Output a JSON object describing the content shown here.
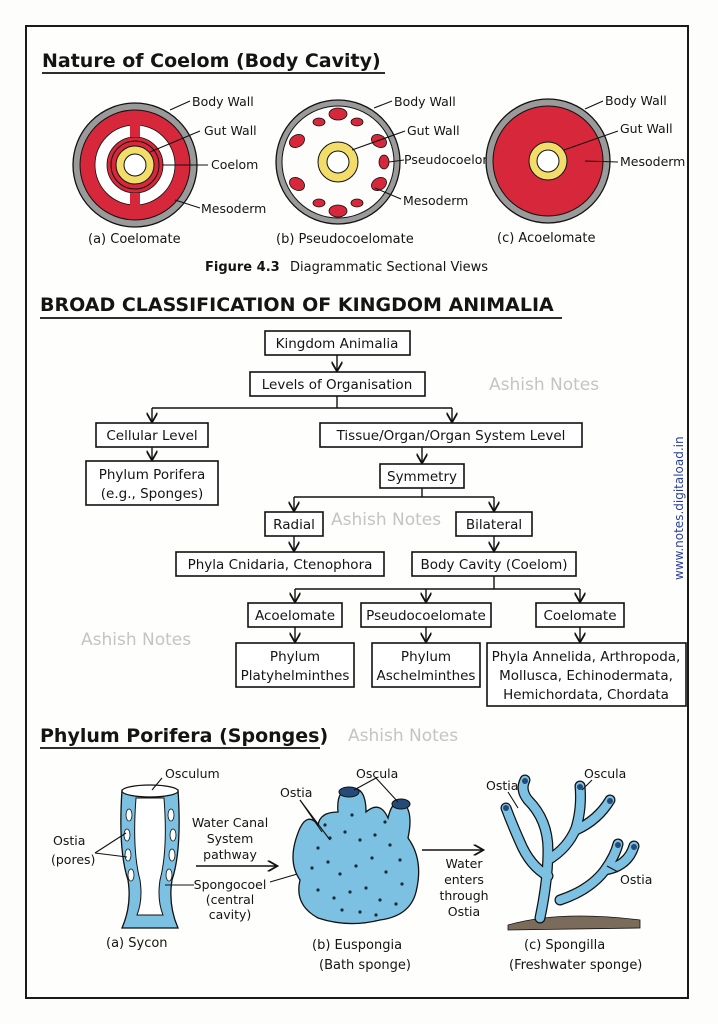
{
  "coelom_section": {
    "title": "Nature of Coelom (Body Cavity)",
    "diagrams": [
      {
        "caption": "(a) Coelomate",
        "labels": [
          "Body Wall",
          "Gut Wall",
          "Coelom",
          "Mesoderm"
        ]
      },
      {
        "caption": "(b) Pseudocoelomate",
        "labels": [
          "Body Wall",
          "Gut Wall",
          "Pseudocoelom",
          "Mesoderm"
        ]
      },
      {
        "caption": "(c) Acoelomate",
        "labels": [
          "Body Wall",
          "Gut Wall",
          "Mesoderm"
        ]
      }
    ],
    "figure_caption_bold": "Figure 4.3",
    "figure_caption_text": "Diagrammatic Sectional Views"
  },
  "classification": {
    "title": "BROAD CLASSIFICATION OF KINGDOM ANIMALIA",
    "nodes": {
      "kingdom": "Kingdom Animalia",
      "levels": "Levels of Organisation",
      "cellular": "Cellular Level",
      "tissue": "Tissue/Organ/Organ System Level",
      "porifera_1": "Phylum Porifera",
      "porifera_2": "(e.g., Sponges)",
      "symmetry": "Symmetry",
      "radial": "Radial",
      "bilateral": "Bilateral",
      "cnidaria": "Phyla Cnidaria, Ctenophora",
      "body_cavity": "Body Cavity (Coelom)",
      "acoelomate": "Acoelomate",
      "pseudocoelomate": "Pseudocoelomate",
      "coelomate": "Coelomate",
      "platy_1": "Phylum",
      "platy_2": "Platyhelminthes",
      "aschel_1": "Phylum",
      "aschel_2": "Aschelminthes",
      "annelida_1": "Phyla Annelida, Arthropoda,",
      "annelida_2": "Mollusca, Echinodermata,",
      "annelida_3": "Hemichordata, Chordata"
    }
  },
  "porifera_section": {
    "title": "Phylum Porifera (Sponges)",
    "sycon": {
      "caption": "(a) Sycon",
      "osculum": "Osculum",
      "ostia_1": "Ostia",
      "ostia_2": "(pores)"
    },
    "flow_1": [
      "Water Canal",
      "System",
      "pathway"
    ],
    "spongocoel": [
      "Spongocoel",
      "(central",
      "cavity)"
    ],
    "euspongia": {
      "caption_1": "(b) Euspongia",
      "caption_2": "(Bath sponge)",
      "ostia": "Ostia",
      "oscula": "Oscula"
    },
    "flow_2": [
      "Water",
      "enters",
      "through",
      "Ostia"
    ],
    "spongilla": {
      "caption_1": "(c) Spongilla",
      "caption_2": "(Freshwater sponge)",
      "ostia_top": "Ostia",
      "oscula": "Oscula",
      "ostia_side": "Ostia"
    }
  },
  "watermarks": [
    "Ashish Notes",
    "Ashish Notes",
    "Ashish Notes",
    "Ashish Notes"
  ],
  "side_url": "www.notes.digitaload.in",
  "colors": {
    "mesoderm_red": "#d6283a",
    "gut_yellow": "#f3dd6a",
    "body_wall_gray": "#9a9a9a",
    "sponge_blue": "#7cc1e2"
  }
}
